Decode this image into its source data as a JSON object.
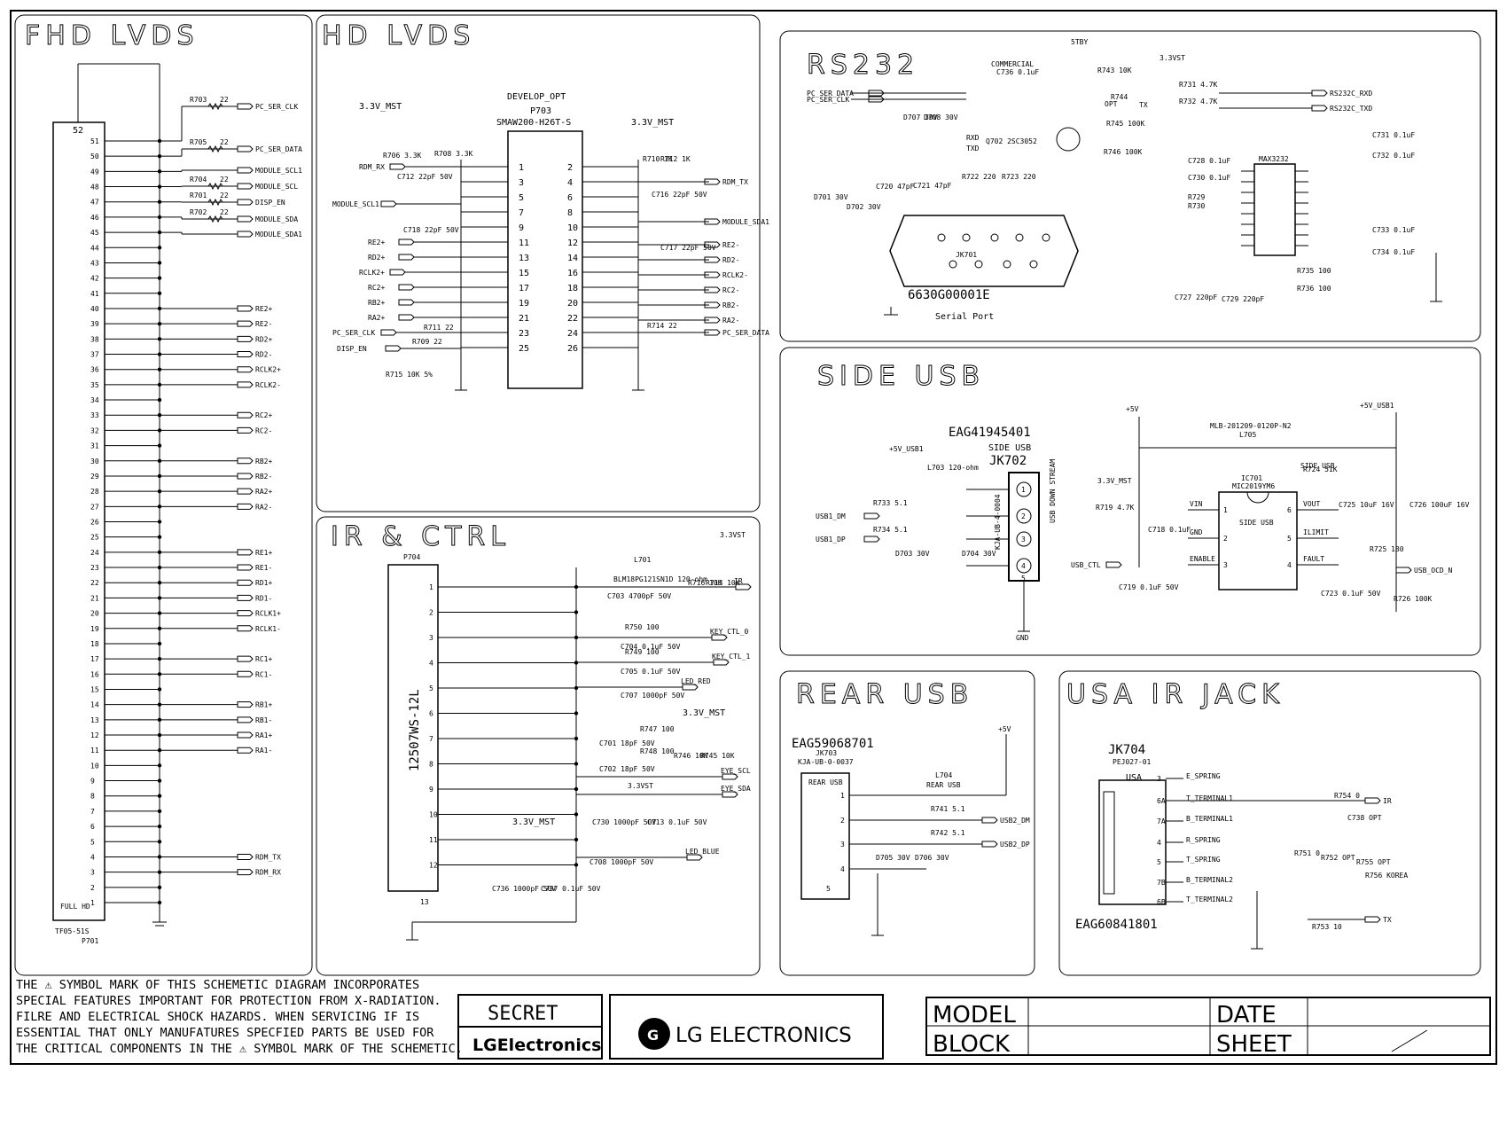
{
  "sections": {
    "fhd_lvds": "FHD LVDS",
    "hd_lvds": "HD LVDS",
    "ir_ctrl": "IR & CTRL",
    "rs232": "RS232",
    "side_usb": "SIDE USB",
    "rear_usb": "REAR USB",
    "usa_ir_jack": "USA IR JACK"
  },
  "fhd": {
    "connector_part": "TF05-51S",
    "connector_ref": "P701",
    "pin_top": "52",
    "pin_bottom_label": "FULL HD",
    "pins": [
      "51",
      "50",
      "49",
      "48",
      "47",
      "46",
      "45",
      "44",
      "43",
      "42",
      "41",
      "40",
      "39",
      "38",
      "37",
      "36",
      "35",
      "34",
      "33",
      "32",
      "31",
      "30",
      "29",
      "28",
      "27",
      "26",
      "25",
      "24",
      "23",
      "22",
      "21",
      "20",
      "19",
      "18",
      "17",
      "16",
      "15",
      "14",
      "13",
      "12",
      "11",
      "10",
      "9",
      "8",
      "7",
      "6",
      "5",
      "4",
      "3",
      "2",
      "1"
    ],
    "top_nets": [
      {
        "res": "R703",
        "val": "22",
        "net": "PC_SER_CLK"
      },
      {
        "res": "R705",
        "val": "22",
        "net": "PC_SER_DATA"
      },
      {
        "res": "",
        "val": "",
        "net": "MODULE_SCL1"
      },
      {
        "res": "R704",
        "val": "22",
        "net": "MODULE_SCL"
      },
      {
        "res": "R701",
        "val": "22",
        "net": "DISP_EN"
      },
      {
        "res": "R702",
        "val": "22",
        "net": "MODULE_SDA"
      },
      {
        "res": "",
        "val": "",
        "net": "MODULE_SDA1"
      }
    ],
    "lvds_nets": [
      "RE2+",
      "RE2-",
      "RD2+",
      "RD2-",
      "RCLK2+",
      "RCLK2-",
      "RC2+",
      "RC2-",
      "RB2+",
      "RB2-",
      "RA2+",
      "RA2-",
      "RE1+",
      "RE1-",
      "RD1+",
      "RD1-",
      "RCLK1+",
      "RCLK1-",
      "RC1+",
      "RC1-",
      "RB1+",
      "RB1-",
      "RA1+",
      "RA1-"
    ],
    "bottom_nets": [
      "RDM_TX",
      "RDM_RX"
    ]
  },
  "hd": {
    "vcc": "3.3V_MST",
    "vcc2": "3.3V_MST",
    "conn_title": "DEVELOP_OPT",
    "conn_ref": "P703",
    "conn_part": "SMAW200-H26T-S",
    "left_pins": [
      "1",
      "3",
      "5",
      "7",
      "9",
      "11",
      "13",
      "15",
      "17",
      "19",
      "21",
      "23",
      "25"
    ],
    "right_pins": [
      "2",
      "4",
      "6",
      "8",
      "10",
      "12",
      "14",
      "16",
      "18",
      "20",
      "22",
      "24",
      "26"
    ],
    "left_nets": [
      "RDM_RX",
      "MODULE_SCL1",
      "RE2+",
      "RD2+",
      "RCLK2+",
      "RC2+",
      "RB2+",
      "RA2+",
      "PC_SER_CLK",
      "DISP_EN"
    ],
    "right_nets": [
      "RDM_TX",
      "MODULE_SDA1",
      "RE2-",
      "RD2-",
      "RCLK2-",
      "RC2-",
      "RB2-",
      "RA2-",
      "PC_SER_DATA"
    ],
    "parts": [
      "R706 3.3K",
      "R708 3.3K",
      "C712 22pF 50V",
      "C718 22pF 50V",
      "R711 22",
      "R709 22",
      "R715 10K 5%",
      "R710 1K",
      "R712 1K",
      "C716 22pF 50V",
      "C717 22pF 50V",
      "R714 22"
    ]
  },
  "ir": {
    "conn_ref": "P704",
    "conn_part": "12507WS-12L",
    "pins": [
      "1",
      "2",
      "3",
      "4",
      "5",
      "6",
      "7",
      "8",
      "9",
      "10",
      "11",
      "12"
    ],
    "pin_bottom": "13",
    "vcc_top": "3.3VST",
    "vcc_mid": "3.3V_MST",
    "vcc_low": "3.3V_MST",
    "vcc_small": "3.3VST",
    "l701": "L701",
    "bead": "BLM18PG121SN1D 120-ohm",
    "nets": [
      "IR",
      "KEY_CTL_0",
      "KEY_CTL_1",
      "LED_RED",
      "EYE_SCL",
      "EYE_SDA",
      "LED_BLUE"
    ],
    "parts": [
      "C703 4700pF 50V",
      "C704 0.1uF 50V",
      "C705 0.1uF 50V",
      "C707 1000pF 50V",
      "C701 18pF 50V",
      "C702 18pF 50V",
      "C730 1000pF 50V",
      "C713 0.1uF 50V",
      "C708 1000pF 50V",
      "C736 1000pF 50V",
      "C737 0.1uF 50V",
      "R750 100",
      "R749 100",
      "R747 100",
      "R748 100",
      "R716 10K",
      "R713 10K",
      "R746 10K",
      "R745 10K"
    ]
  },
  "rs232": {
    "stby": "5TBY",
    "vcc": "3.3VST",
    "commercial": "COMMERCIAL",
    "opt": "OPT",
    "nets_in": [
      "PC_SER_DATA",
      "PC_SER_CLK"
    ],
    "nets_out": [
      "RS232C_RXD",
      "RS232C_TXD"
    ],
    "rxd": "RXD",
    "txd": "TXD",
    "tx": "TX",
    "transistor": "Q702 2SC3052",
    "jack_ref": "JK701",
    "jack_part": "6630G00001E",
    "jack_caption": "Serial Port",
    "ic": "MAX3232",
    "parts": [
      "C736 0.1uF",
      "R743 10K",
      "R744",
      "R745 100K",
      "R746 100K",
      "D707 30V",
      "D708 30V",
      "D701 30V",
      "D702 30V",
      "C720 47pF",
      "C721 47pF",
      "R722 220",
      "R723 220",
      "R731 4.7K",
      "R732 4.7K",
      "C728 0.1uF",
      "C730 0.1uF",
      "C731 0.1uF",
      "C732 0.1uF",
      "C733 0.1uF",
      "C734 0.1uF",
      "R729",
      "R730",
      "R735 100",
      "R736 100",
      "C727 220pF",
      "C729 220pF"
    ]
  },
  "side_usb": {
    "jack_code": "EAG41945401",
    "jack_name": "SIDE USB",
    "jack_ref": "JK702",
    "jack_part": "KJA-UB-4-0004",
    "jack_pins": [
      "1",
      "2",
      "3",
      "4",
      "5"
    ],
    "jack_caption": "USB DOWN STREAM",
    "vusb": "+5V_USB1",
    "v5": "+5V",
    "v5usb": "+5V_USB1",
    "v33": "3.3V_MST",
    "gnd": "GND",
    "l703": "L703 120-ohm",
    "l705": "L705",
    "l705_part": "MLB-201209-0120P-N2",
    "ic_ref": "IC701",
    "ic_part": "MIC2019YM6",
    "ic_title": "SIDE USB",
    "ic_pins_l": [
      "VIN",
      "GND",
      "ENABLE"
    ],
    "ic_pins_r": [
      "VOUT",
      "ILIMIT",
      "FAULT"
    ],
    "ic_pin_nums_l": [
      "1",
      "2",
      "3"
    ],
    "ic_pin_nums_r": [
      "6",
      "5",
      "4"
    ],
    "nets": [
      "USB1_DM",
      "USB1_DP",
      "USB_CTL",
      "USB_OCD_N"
    ],
    "side_tag": "SIDE USB",
    "parts": [
      "R733 5.1",
      "R734 5.1",
      "D703 30V",
      "D704 30V",
      "R719 4.7K",
      "C718 0.1uF",
      "C719 0.1uF 50V",
      "R724 51K",
      "C725 10uF 16V",
      "C726 100uF 16V",
      "R725 180",
      "C723 0.1uF 50V",
      "R726 100K"
    ]
  },
  "rear_usb": {
    "jack_code": "EAG59068701",
    "jack_ref": "JK703",
    "jack_part": "KJA-UB-0-0037",
    "jack_name": "REAR USB",
    "pins": [
      "1",
      "2",
      "3",
      "4",
      "5"
    ],
    "v5": "+5V",
    "l704": "L704",
    "rear_tag": "REAR USB",
    "nets": [
      "USB2_DM",
      "USB2_DP"
    ],
    "parts": [
      "R741 5.1",
      "R742 5.1",
      "D705 30V",
      "D706 30V"
    ]
  },
  "usa_ir": {
    "jack_ref": "JK704",
    "jack_part": "PEJ027-01",
    "jack_code": "EAG60841801",
    "usa": "USA",
    "pins": [
      "3",
      "6A",
      "7A",
      "4",
      "5",
      "7B",
      "6B"
    ],
    "pin_nets": [
      "E_SPRING",
      "T_TERMINAL1",
      "B_TERMINAL1",
      "R_SPRING",
      "T_SPRING",
      "B_TERMINAL2",
      "T_TERMINAL2"
    ],
    "nets": [
      "IR",
      "TX"
    ],
    "parts": [
      "R754 0",
      "C738 OPT",
      "R751 0",
      "R752 OPT",
      "R753 10",
      "R755 OPT",
      "R756 KOREA"
    ]
  },
  "notice": [
    "THE ⚠ SYMBOL MARK OF THIS SCHEMETIC DIAGRAM INCORPORATES",
    "SPECIAL FEATURES IMPORTANT FOR PROTECTION FROM X-RADIATION.",
    "FILRE AND ELECTRICAL SHOCK HAZARDS. WHEN SERVICING IF IS",
    "ESSENTIAL THAT ONLY MANUFATURES SPECFIED PARTS BE USED FOR",
    "THE CRITICAL COMPONENTS IN THE ⚠ SYMBOL MARK OF THE SCHEMETIC."
  ],
  "footer": {
    "secret": "SECRET",
    "lg_small": "LGElectronics",
    "lg_big": "LG ELECTRONICS",
    "model": "MODEL",
    "block": "BLOCK",
    "date": "DATE",
    "sheet": "SHEET"
  }
}
